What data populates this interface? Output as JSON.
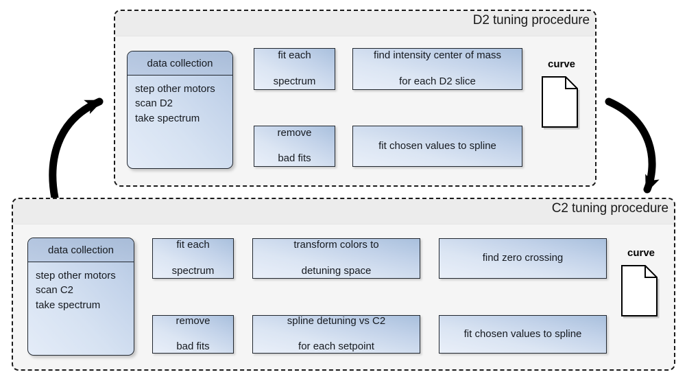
{
  "diagram": {
    "title_d2": "D2 tuning procedure",
    "title_c2": "C2 tuning procedure",
    "accent_box_fill": "#c2d2e9",
    "accent_header_fill": "#b3c5df",
    "container_fill": "#f5f5f5",
    "container_header_fill": "#ececec",
    "stroke": "#1a1a1a"
  },
  "d2": {
    "title": "D2 tuning procedure",
    "data_collection": {
      "header": "data collection",
      "lines": [
        "step other motors",
        "scan D2",
        "take spectrum"
      ]
    },
    "nodes": {
      "fit_each_spectrum": "fit each\nspectrum",
      "fit_each_spectrum_l1": "fit each",
      "fit_each_spectrum_l2": "spectrum",
      "remove_bad_fits_l1": "remove",
      "remove_bad_fits_l2": "bad fits",
      "find_com_l1": "find intensity center of mass",
      "find_com_l2": "for each D2 slice",
      "fit_spline": "fit chosen values to spline"
    },
    "curve": {
      "label": "curve",
      "icon": "document-icon"
    }
  },
  "c2": {
    "title": "C2 tuning procedure",
    "data_collection": {
      "header": "data collection",
      "lines": [
        "step other motors",
        "scan C2",
        "take spectrum"
      ]
    },
    "nodes": {
      "fit_each_spectrum_l1": "fit each",
      "fit_each_spectrum_l2": "spectrum",
      "remove_bad_fits_l1": "remove",
      "remove_bad_fits_l2": "bad fits",
      "transform_l1": "transform colors to",
      "transform_l2": "detuning space",
      "spline_detuning_l1": "spline detuning vs C2",
      "spline_detuning_l2": "for each setpoint",
      "find_zero_crossing": "find zero crossing",
      "fit_spline": "fit chosen values to spline"
    },
    "curve": {
      "label": "curve",
      "icon": "document-icon"
    }
  }
}
